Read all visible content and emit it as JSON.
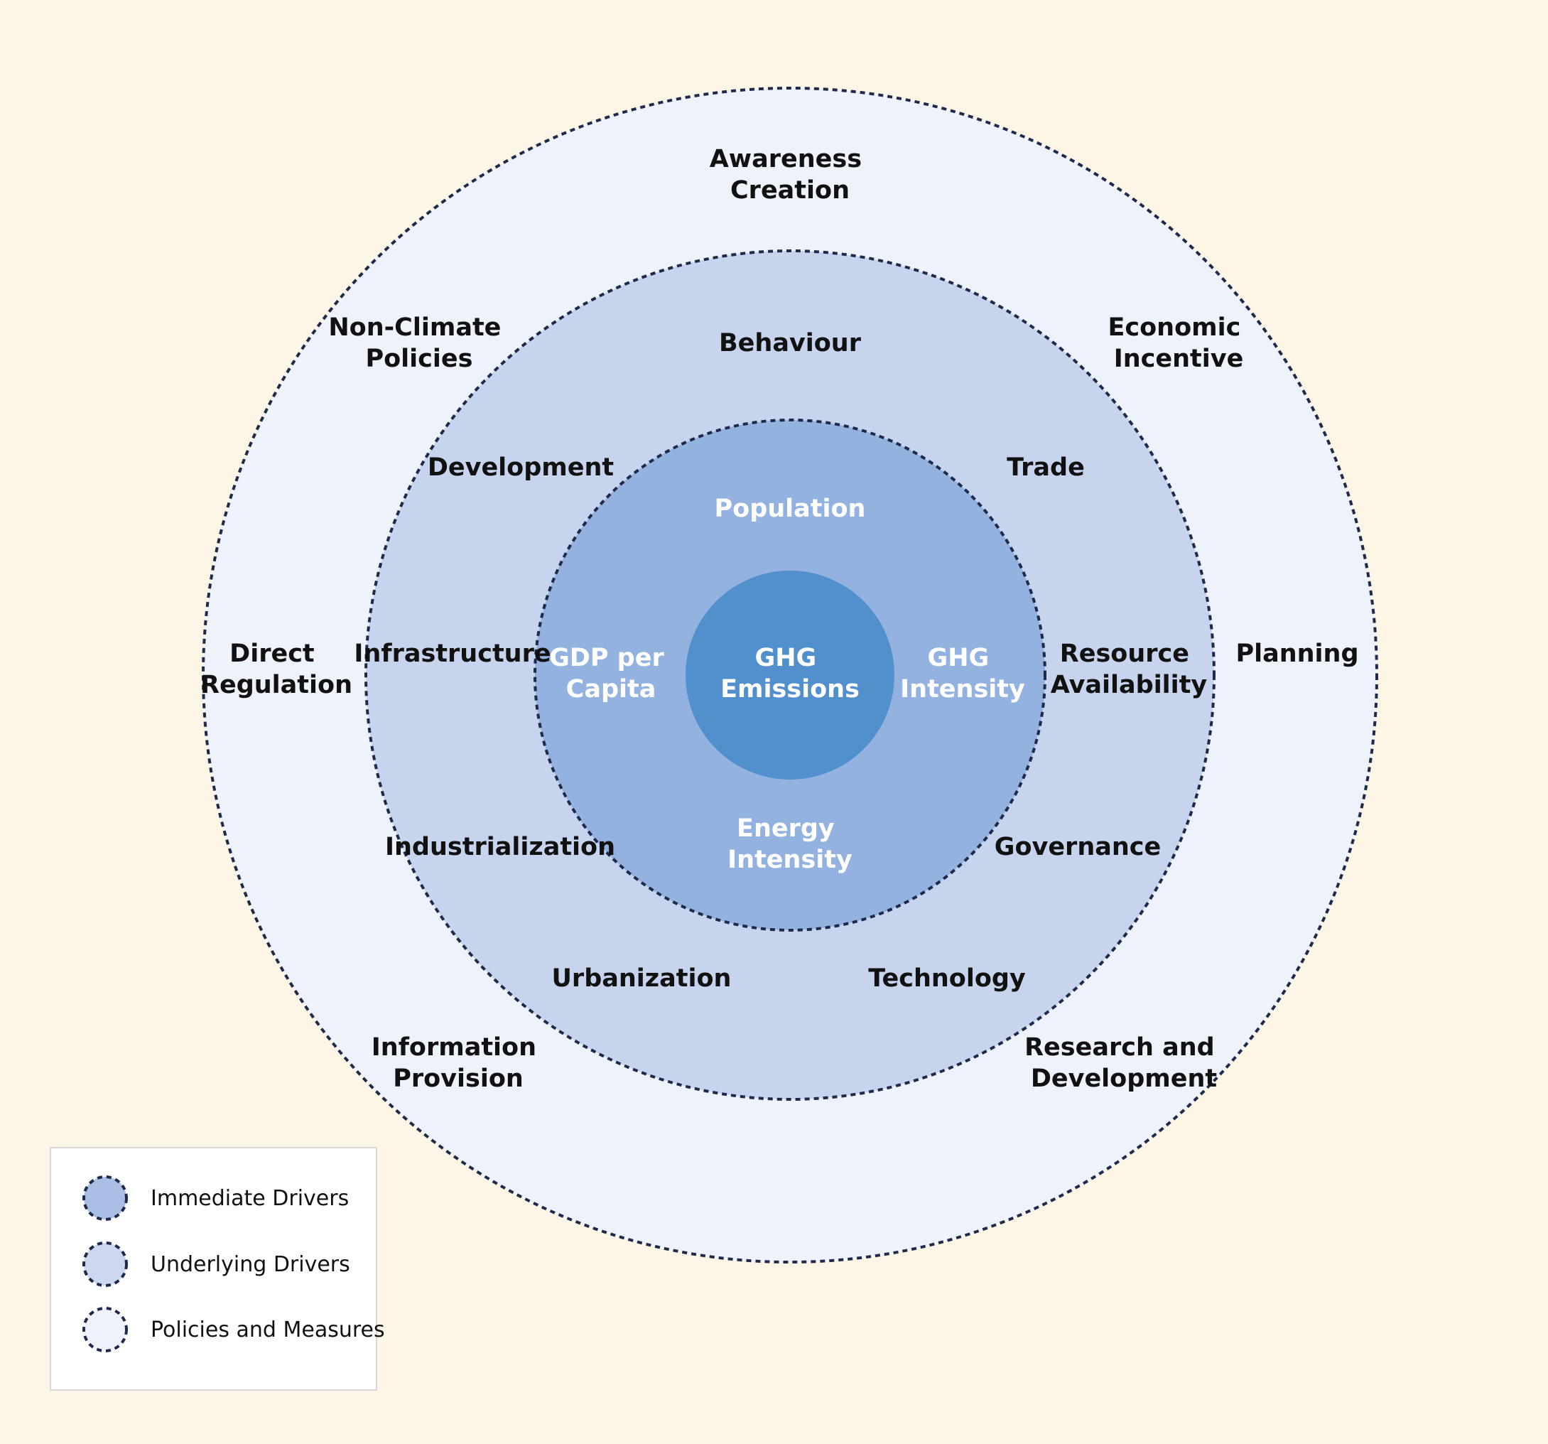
{
  "colors": {
    "background": "#fdf6e7",
    "policies_ring": "#eef2fb",
    "underlying_ring": "#c6d4ee",
    "immediate_ring": "#93b2e0",
    "core": "#528fcd",
    "outline": "#1f2a4a"
  },
  "core": {
    "label": [
      "GHG",
      "Emissions"
    ]
  },
  "immediate_drivers": {
    "population": [
      "Population"
    ],
    "gdp": [
      "GDP per",
      "Capita"
    ],
    "ghg_intensity": [
      "GHG",
      "Intensity"
    ],
    "energy_intensity": [
      "Energy",
      "Intensity"
    ]
  },
  "underlying_drivers": {
    "behaviour": [
      "Behaviour"
    ],
    "development": [
      "Development"
    ],
    "trade": [
      "Trade"
    ],
    "infrastructure": [
      "Infrastructure"
    ],
    "resource_availability": [
      "Resource",
      "Availability"
    ],
    "industrialization": [
      "Industrialization"
    ],
    "governance": [
      "Governance"
    ],
    "urbanization": [
      "Urbanization"
    ],
    "technology": [
      "Technology"
    ]
  },
  "policies": {
    "awareness": [
      "Awareness",
      "Creation"
    ],
    "non_climate": [
      "Non-Climate",
      "Policies"
    ],
    "economic": [
      "Economic",
      "Incentive"
    ],
    "direct_regulation": [
      "Direct",
      "Regulation"
    ],
    "planning": [
      "Planning"
    ],
    "information": [
      "Information",
      "Provision"
    ],
    "research": [
      "Research and",
      "Development"
    ]
  },
  "legend": {
    "items": [
      {
        "label": "Immediate Drivers",
        "color": "#a9c0e4"
      },
      {
        "label": "Underlying Drivers",
        "color": "#cbd8ef"
      },
      {
        "label": "Policies and Measures",
        "color": "#eef2fb"
      }
    ]
  }
}
